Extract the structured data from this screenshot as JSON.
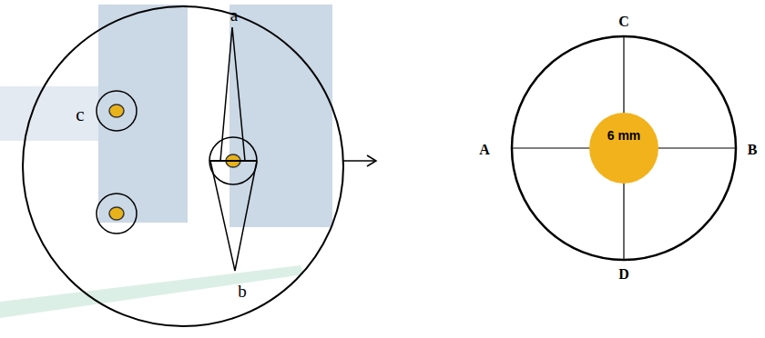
{
  "diagram": {
    "nodes": [
      {
        "text": [
          "6 mm"
        ]
      }
    ],
    "labels": [
      "a",
      "c",
      "b",
      "C",
      "A",
      "B",
      "D"
    ]
  }
}
